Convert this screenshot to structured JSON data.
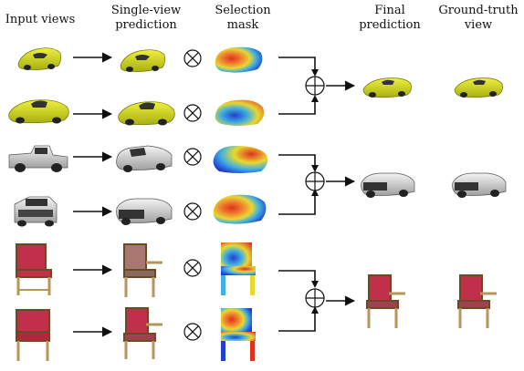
{
  "headers": {
    "input_views": "Input views",
    "single_view_prediction": "Single-view prediction",
    "selection_mask": "Selection mask",
    "final_prediction": "Final prediction",
    "ground_truth_view": "Ground-truth view"
  },
  "operators": {
    "multiply": "⊗",
    "add": "⊕"
  },
  "rows": [
    {
      "object": "sports-car",
      "view": 1
    },
    {
      "object": "sports-car",
      "view": 2
    },
    {
      "object": "pickup-truck",
      "view": 1
    },
    {
      "object": "pickup-truck",
      "view": 2
    },
    {
      "object": "chair",
      "view": 1
    },
    {
      "object": "chair",
      "view": 2
    }
  ],
  "colors": {
    "sports_car": "#d8e020",
    "truck_body": "#e8e8e8",
    "truck_dark": "#333333",
    "chair_wood": "#b8955a",
    "chair_seat": "#c0304a",
    "mask_red": "#e03020",
    "mask_blue": "#2040d0",
    "mask_yellow": "#e8d830",
    "mask_cyan": "#40b0e0"
  }
}
